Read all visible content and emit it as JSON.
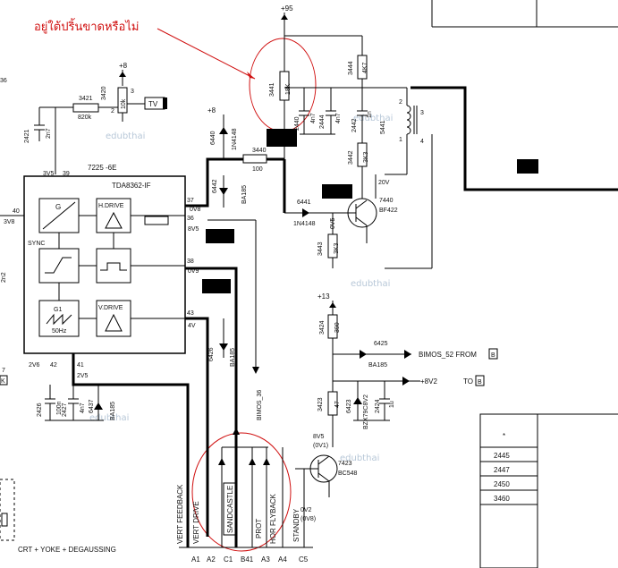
{
  "annotation": {
    "text": "อยู่ใต้ปริ้นขาดหรือไม่",
    "color": "#d01010"
  },
  "watermark": "edubthai",
  "ic": {
    "ref": "7225 -6E",
    "part": "TDA8362-IF",
    "blocks": {
      "hdrive": "H.DRIVE",
      "vdrive": "V.DRIVE",
      "sync": "SYNC",
      "g1": "G1",
      "hz": "50Hz",
      "g": "G"
    },
    "pins": {
      "p40": "40",
      "p39": "39",
      "p37": "37",
      "p36": "36",
      "p38": "38",
      "p43": "43",
      "p42": "42",
      "p41": "41",
      "v3v5": "3V5",
      "v2v6": "2V6",
      "v0v8": "0V8",
      "v8v5": "8V5",
      "v0v9": "0V9",
      "v4v": "4V",
      "v2v5": "2V5",
      "v3v8": "3V8"
    }
  },
  "components": {
    "r3421": "3421",
    "r3421v": "820k",
    "r3420": "3420",
    "r3420v": "10k",
    "c2421": "2421",
    "c2421v": "2n7",
    "plus8a": "+8",
    "plus8b": "+8",
    "tv": "TV",
    "d6440": "6440",
    "d6440v": "1N4148",
    "r3440": "3440",
    "r3440v": "100",
    "d6442": "6442",
    "d6442v": "BA185",
    "plus95": "+95",
    "r3441": "3441",
    "r3441v": "18K",
    "r3444": "3444",
    "r3444v": "4K7",
    "c2440": "2440",
    "c2440v": "4n7",
    "c2444": "2444",
    "c2444v": "4n7",
    "c2442": "2442",
    "c2442v": "1n",
    "l5441": "5441",
    "t2": "2",
    "t1": "1",
    "t3": "3",
    "t4": "4",
    "r3442": "3442",
    "r3442v": "3K3",
    "v20": "20V",
    "d6441": "6441",
    "d6441v": "1N4148",
    "v0v5": "0V5",
    "q7440": "7440",
    "q7440v": "BF422",
    "r3443": "3443",
    "r3443v": "3K3",
    "plus13": "+13",
    "r3424": "3424",
    "r3424v": "390",
    "d6425": "6425",
    "d6425v": "BA185",
    "bimos52": "BIMOS_52  FROM",
    "plus8v2": "+8V2",
    "to": "TO",
    "boxB1": "B",
    "boxB2": "B",
    "d6426": "6426",
    "d6426v": "BA185",
    "bimos36": "BIMOS_36",
    "r3423": "3423",
    "r3423v": "47",
    "z6423": "6423",
    "z6423v": "BZX79C8V2",
    "c2424": "2424",
    "c2424v": "1u",
    "v8v5b": "8V5",
    "v0v1": "(0V1)",
    "q7423": "7423",
    "q7423v": "BC548",
    "v0v2": "0V2",
    "v0v8b": "(0V8)",
    "c2426": "2426",
    "c2426v": "100n",
    "c2427": "2427",
    "c2427v": "4n7",
    "d6437": "6437",
    "d6437v": "BA185",
    "c2n2": "2n2",
    "pin40v": "3V8"
  },
  "table": {
    "header": "*",
    "rows": [
      "2445",
      "2447",
      "2450",
      "3460"
    ]
  },
  "connector": {
    "signals": [
      "VERT FEEDBACK",
      "VERT DRIVE",
      "SANDCASTLE",
      "PROT",
      "HOR FLYBACK",
      "STANDBY"
    ],
    "pins": [
      "A1",
      "A2",
      "C1",
      "B41",
      "A3",
      "A4",
      "C5"
    ],
    "bottom_label": "CRT + YOKE + DEGAUSSING",
    "left_edge": [
      "36",
      "7",
      "K"
    ]
  }
}
